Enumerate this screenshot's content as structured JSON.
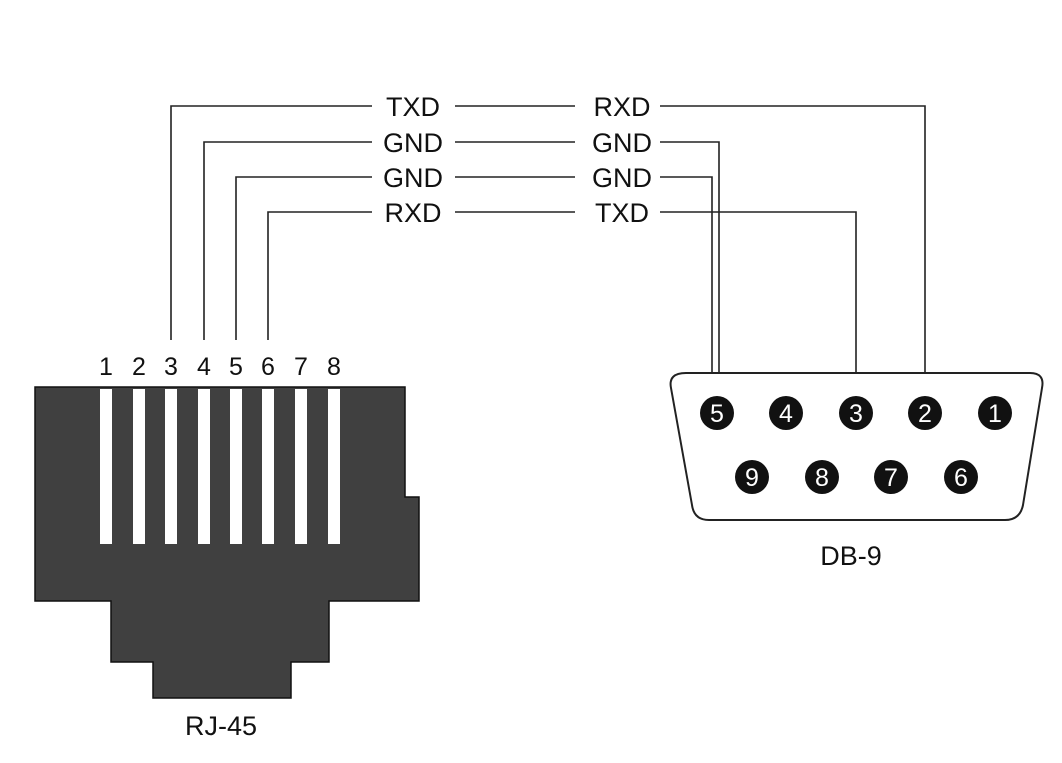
{
  "rj45": {
    "label": "RJ-45",
    "pins": [
      "1",
      "2",
      "3",
      "4",
      "5",
      "6",
      "7",
      "8"
    ],
    "body_color": "#404040"
  },
  "db9": {
    "label": "DB-9",
    "top_row_pins": [
      "5",
      "4",
      "3",
      "2",
      "1"
    ],
    "bottom_row_pins": [
      "9",
      "8",
      "7",
      "6"
    ]
  },
  "wires": [
    {
      "rj45_pin": "3",
      "left_label": "TXD",
      "right_label": "RXD",
      "db9_pin": "2"
    },
    {
      "rj45_pin": "4",
      "left_label": "GND",
      "right_label": "GND",
      "db9_pin": "5"
    },
    {
      "rj45_pin": "5",
      "left_label": "GND",
      "right_label": "GND",
      "db9_pin": "5"
    },
    {
      "rj45_pin": "6",
      "left_label": "RXD",
      "right_label": "TXD",
      "db9_pin": "3"
    }
  ]
}
